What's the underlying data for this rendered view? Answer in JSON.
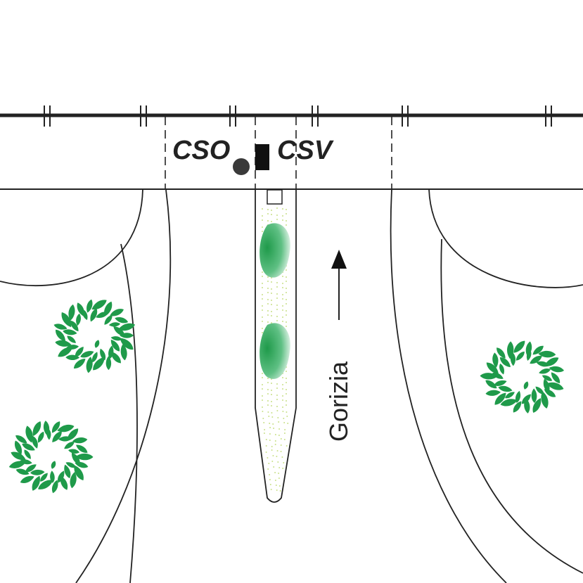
{
  "labels": {
    "left_station": "CSO",
    "right_station": "CSV",
    "direction": "Gorizia"
  },
  "colors": {
    "line": "#222222",
    "tree_green": "#1f9a4a",
    "median_dots": "#c9e089",
    "marker_circle": "#3a3a3a",
    "marker_square": "#111111"
  },
  "icons": {
    "tree": "tree-icon",
    "bush": "bush-icon",
    "arrow": "arrow-up-icon",
    "circle_marker": "circle-marker-icon",
    "square_marker": "square-marker-icon"
  }
}
